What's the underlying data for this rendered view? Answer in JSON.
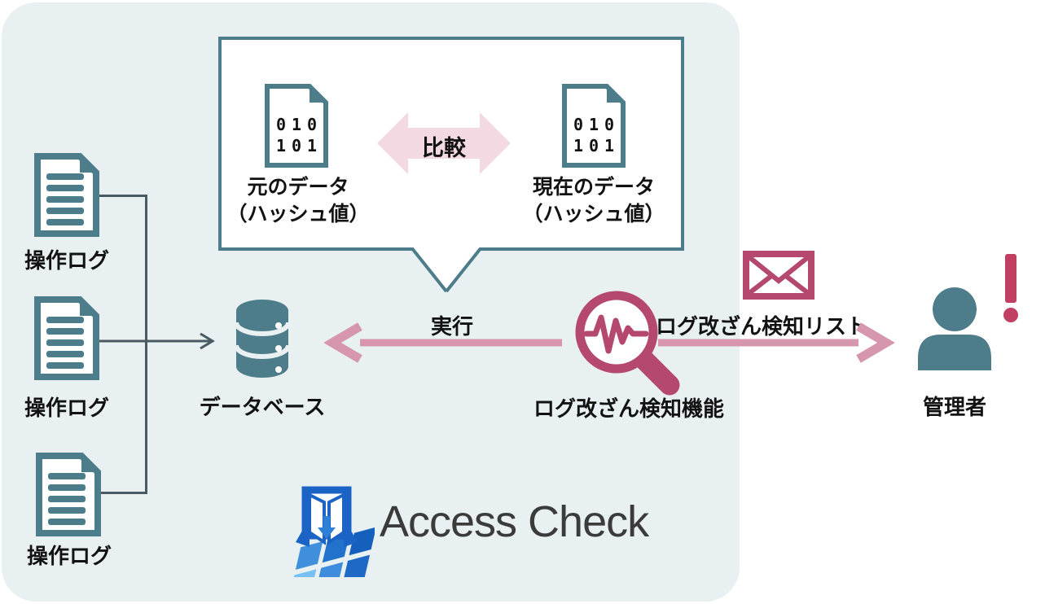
{
  "colors": {
    "panel_bg": "#e9f0f2",
    "teal": "#4d7c8b",
    "magenta": "#b5486f",
    "rose_arrow": "#d697ae",
    "pale_pink": "#f3d9e2",
    "alert_red": "#c03f63",
    "connector": "#4a5a63"
  },
  "operation_logs": [
    {
      "label": "操作ログ"
    },
    {
      "label": "操作ログ"
    },
    {
      "label": "操作ログ"
    }
  ],
  "database": {
    "label": "データベース"
  },
  "callout": {
    "original": {
      "binary": [
        "010",
        "101"
      ],
      "label": [
        "元のデータ",
        "（ハッシュ値）"
      ]
    },
    "compare_label": "比較",
    "current": {
      "binary": [
        "010",
        "101"
      ],
      "label": [
        "現在のデータ",
        "（ハッシュ値）"
      ]
    }
  },
  "flow": {
    "execute_label": "実行",
    "notify_label": "ログ改ざん検知リスト"
  },
  "detector": {
    "label": "ログ改ざん検知機能"
  },
  "admin": {
    "label": "管理者"
  },
  "logo": {
    "text": "Access Check"
  }
}
